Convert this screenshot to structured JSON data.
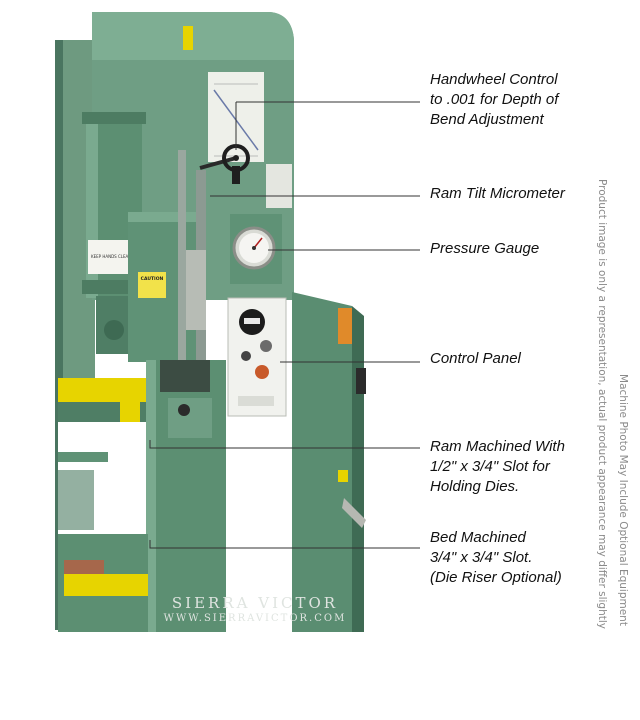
{
  "callouts": [
    {
      "lines": [
        "Handwheel Control",
        "to .001 for Depth of",
        "Bend Adjustment"
      ]
    },
    {
      "lines": [
        "Ram Tilt Micrometer"
      ]
    },
    {
      "lines": [
        "Pressure Gauge"
      ]
    },
    {
      "lines": [
        "Control Panel"
      ]
    },
    {
      "lines": [
        "Ram Machined With",
        "1/2\" x 3/4\" Slot for",
        "Holding Dies."
      ]
    },
    {
      "lines": [
        "Bed Machined",
        "3/4\" x 3/4\" Slot.",
        "(Die Riser Optional)"
      ]
    }
  ],
  "side_notes": {
    "inner": "Product image is only a representation, actual product appearance may differ slightly",
    "outer": "Machine Photo May Include Optional Equipment"
  },
  "watermark": {
    "brand": "SIERRA VICTOR",
    "url": "WWW.SIERRAVICTOR.COM"
  },
  "labels": {
    "caution": "CAUTION",
    "sticker": "KEEP HANDS CLEAR"
  },
  "colors": {
    "machine_green": "#5c8f72",
    "machine_dark": "#3f6b54",
    "yellow": "#e7d400",
    "orange_label": "#e08a2a",
    "panel_white": "#f1f2ee",
    "callout_line": "#333333"
  }
}
